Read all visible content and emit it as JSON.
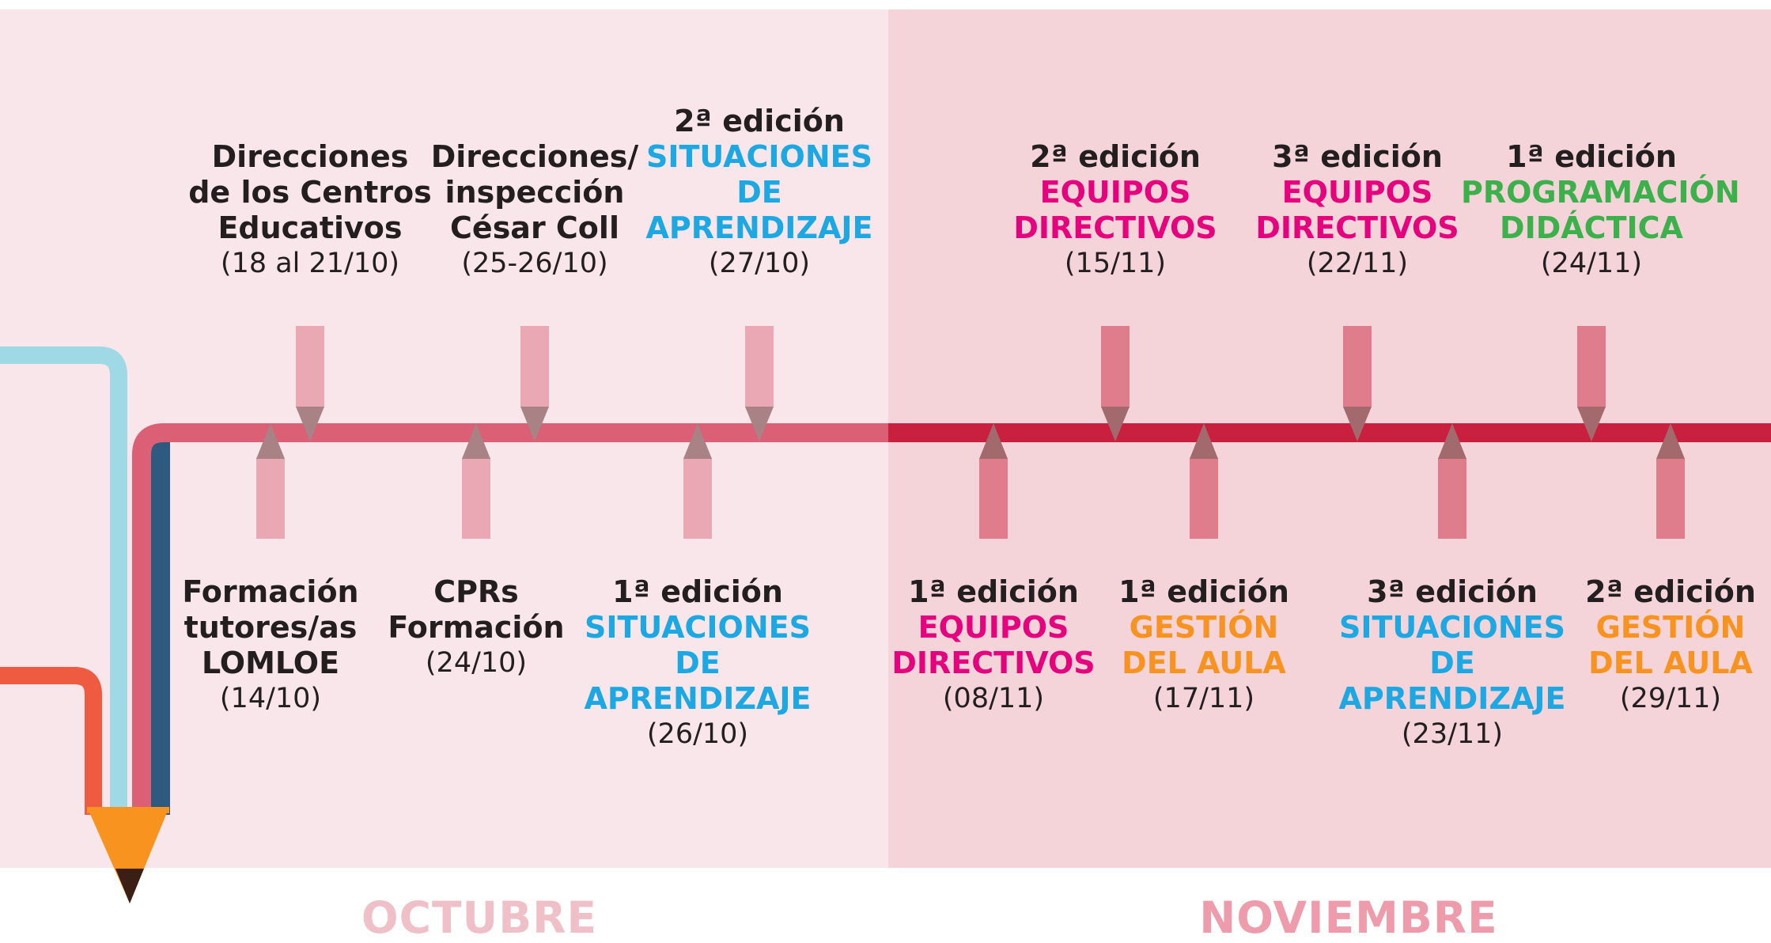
{
  "months": {
    "october": "OCTUBRE",
    "november": "NOVIEMBRE"
  },
  "colors": {
    "magenta": "#e6007e",
    "blue": "#1ca8e3",
    "orange": "#f8931f",
    "green": "#3cb04a",
    "text": "#231f20",
    "timeline_oct": "#db5f75",
    "timeline_nov": "#c8203e"
  },
  "events_top": [
    {
      "lines": [
        "Direcciones",
        "de los Centros",
        "Educativos"
      ],
      "date": "(18 al 21/10)"
    },
    {
      "lines": [
        "Direcciones/",
        "inspección",
        "César Coll"
      ],
      "date": "(25-26/10)"
    },
    {
      "edition": "2ª edición",
      "program": [
        "SITUACIONES",
        "DE",
        "APRENDIZAJE"
      ],
      "program_color": "blue",
      "date": "(27/10)"
    },
    {
      "edition": "2ª edición",
      "program": [
        "EQUIPOS",
        "DIRECTIVOS"
      ],
      "program_color": "magenta",
      "date": "(15/11)"
    },
    {
      "edition": "3ª edición",
      "program": [
        "EQUIPOS",
        "DIRECTIVOS"
      ],
      "program_color": "magenta",
      "date": "(22/11)"
    },
    {
      "edition": "1ª edición",
      "program": [
        "PROGRAMACIÓN",
        "DIDÁCTICA"
      ],
      "program_color": "green",
      "date": "(24/11)"
    }
  ],
  "events_bottom": [
    {
      "lines": [
        "Formación",
        "tutores/as",
        "LOMLOE"
      ],
      "date": "(14/10)"
    },
    {
      "lines": [
        "CPRs",
        "Formación"
      ],
      "date": "(24/10)"
    },
    {
      "edition": "1ª edición",
      "program": [
        "SITUACIONES",
        "DE",
        "APRENDIZAJE"
      ],
      "program_color": "blue",
      "date": "(26/10)"
    },
    {
      "edition": "1ª edición",
      "program": [
        "EQUIPOS",
        "DIRECTIVOS"
      ],
      "program_color": "magenta",
      "date": "(08/11)"
    },
    {
      "edition": "1ª edición",
      "program": [
        "GESTIÓN",
        "DEL AULA"
      ],
      "program_color": "orange",
      "date": "(17/11)"
    },
    {
      "edition": "3ª edición",
      "program": [
        "SITUACIONES",
        "DE",
        "APRENDIZAJE"
      ],
      "program_color": "blue",
      "date": "(23/11)"
    },
    {
      "edition": "2ª edición",
      "program": [
        "GESTIÓN",
        "DEL AULA"
      ],
      "program_color": "orange",
      "date": "(29/11)"
    }
  ]
}
